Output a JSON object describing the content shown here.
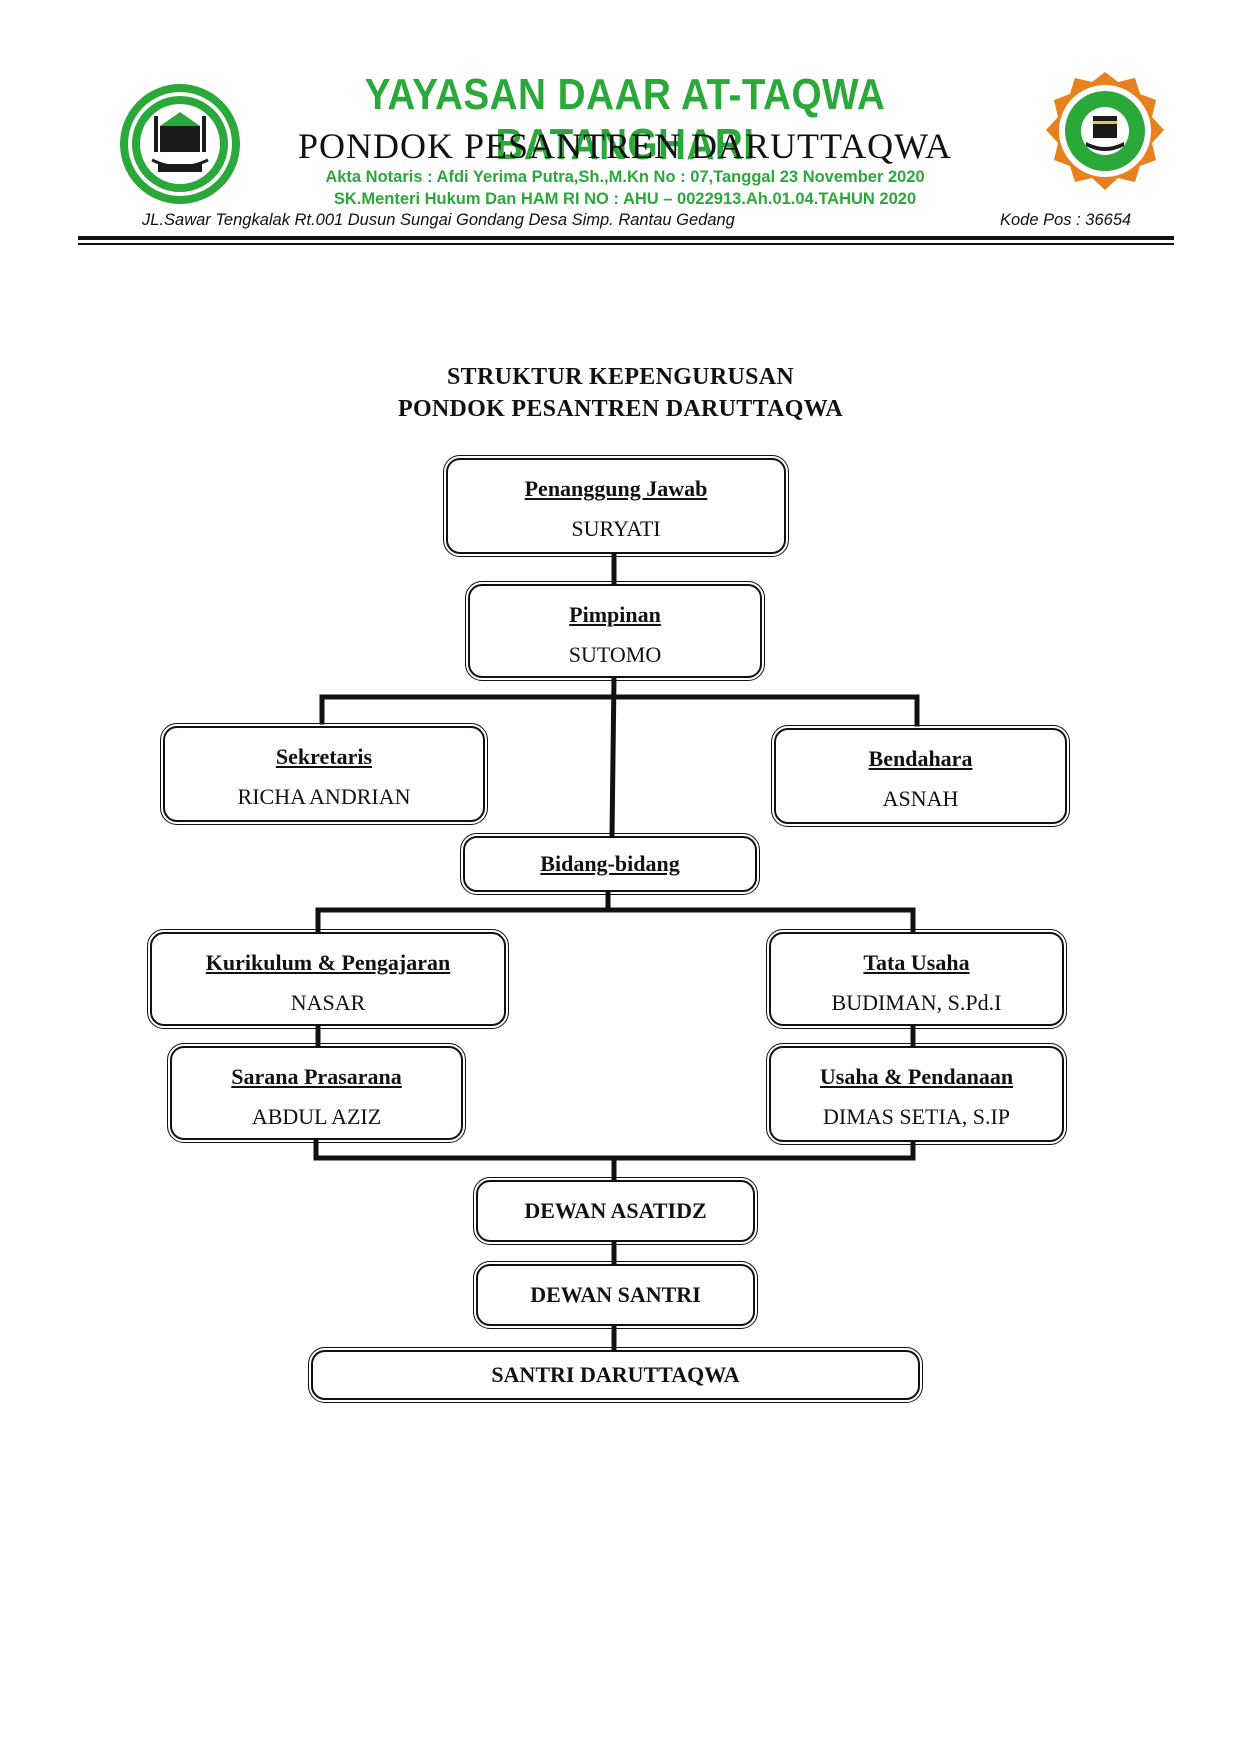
{
  "letterhead": {
    "yayasan": "YAYASAN DAAR AT-TAQWA BATANGHARI",
    "pondok": "PONDOK PESANTREN DARUTTAQWA",
    "akta": "Akta Notaris : Afdi Yerima Putra,Sh.,M.Kn No : 07,Tanggal 23 November 2020",
    "sk": "SK.Menteri Hukum Dan HAM RI NO : AHU – 0022913.Ah.01.04.TAHUN 2020",
    "alamat": "JL.Sawar Tengkalak Rt.001 Dusun Sungai Gondang Desa Simp. Rantau Gedang",
    "kode_pos": "Kode Pos : 36654",
    "brand_green": "#2aa83a",
    "brand_orange": "#e8801c"
  },
  "title": {
    "line1": "STRUKTUR KEPENGURUSAN",
    "line2": "PONDOK PESANTREN DARUTTAQWA"
  },
  "chart": {
    "penanggung_jawab": {
      "role": "Penanggung Jawab",
      "person": "SURYATI"
    },
    "pimpinan": {
      "role": "Pimpinan",
      "person": "SUTOMO"
    },
    "sekretaris": {
      "role": "Sekretaris",
      "person": "RICHA ANDRIAN"
    },
    "bendahara": {
      "role": "Bendahara",
      "person": "ASNAH"
    },
    "bidang": {
      "role": "Bidang-bidang"
    },
    "kurikulum": {
      "role": "Kurikulum & Pengajaran",
      "person": "NASAR"
    },
    "tata_usaha": {
      "role": "Tata Usaha",
      "person": "BUDIMAN, S.Pd.I"
    },
    "sarana": {
      "role": "Sarana Prasarana",
      "person": "ABDUL AZIZ"
    },
    "usaha": {
      "role": "Usaha & Pendanaan",
      "person": "DIMAS SETIA, S.IP"
    },
    "dewan_asatidz": {
      "role": "DEWAN ASATIDZ"
    },
    "dewan_santri": {
      "role": "DEWAN SANTRI"
    },
    "santri": {
      "role": "SANTRI DARUTTAQWA"
    }
  }
}
